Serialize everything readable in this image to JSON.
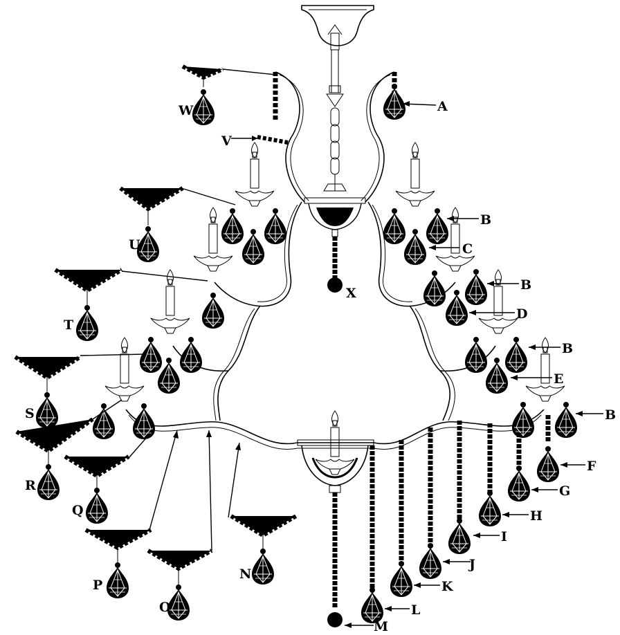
{
  "labels": {
    "A": "A",
    "B": "B",
    "C": "C",
    "D": "D",
    "E": "E",
    "F": "F",
    "G": "G",
    "H": "H",
    "I": "I",
    "J": "J",
    "K": "K",
    "L": "L",
    "M": "M",
    "N": "N",
    "O": "O",
    "P": "P",
    "Q": "Q",
    "R": "R",
    "S": "S",
    "T": "T",
    "U": "U",
    "V": "V",
    "W": "W",
    "X": "X"
  },
  "colors": {
    "ink": "#000000",
    "background": "#ffffff"
  }
}
